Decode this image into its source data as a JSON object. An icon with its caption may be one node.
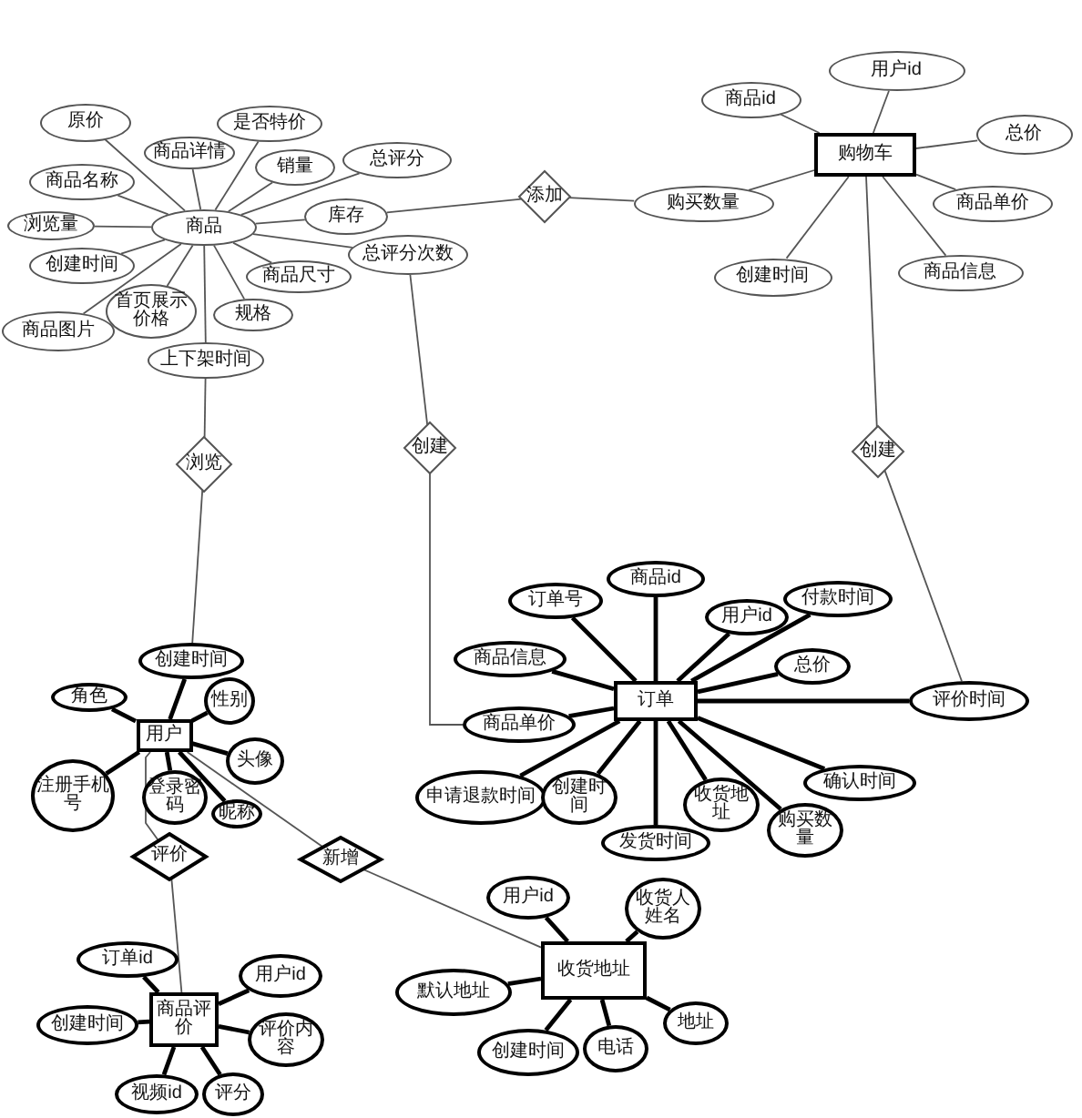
{
  "diagram": {
    "nodes": [
      {
        "text": [
          "商品"
        ]
      },
      {
        "text": [
          "原价"
        ]
      },
      {
        "text": [
          "是否特价"
        ]
      },
      {
        "text": [
          "商品详情"
        ]
      },
      {
        "text": [
          "销量"
        ]
      },
      {
        "text": [
          "商品名称"
        ]
      },
      {
        "text": [
          "总评分"
        ]
      },
      {
        "text": [
          "浏览量"
        ]
      },
      {
        "text": [
          "库存"
        ]
      },
      {
        "text": [
          "总评分次数"
        ]
      },
      {
        "text": [
          "创建时间"
        ]
      },
      {
        "text": [
          "商品尺寸"
        ]
      },
      {
        "text": [
          "首页展示价格"
        ]
      },
      {
        "text": [
          "规格"
        ]
      },
      {
        "text": [
          "商品图片"
        ]
      },
      {
        "text": [
          "上下架时间"
        ]
      },
      {
        "text": [
          "添加"
        ]
      },
      {
        "text": [
          "购买数量"
        ]
      },
      {
        "text": [
          "购物车"
        ]
      },
      {
        "text": [
          "商品id"
        ]
      },
      {
        "text": [
          "用户id"
        ]
      },
      {
        "text": [
          "总价"
        ]
      },
      {
        "text": [
          "商品单价"
        ]
      },
      {
        "text": [
          "创建时间"
        ]
      },
      {
        "text": [
          "商品信息"
        ]
      },
      {
        "text": [
          "浏览"
        ]
      },
      {
        "text": [
          "创建"
        ]
      },
      {
        "text": [
          "创建"
        ]
      },
      {
        "text": [
          "订单"
        ]
      },
      {
        "text": [
          "订单号"
        ]
      },
      {
        "text": [
          "商品id"
        ]
      },
      {
        "text": [
          "商品信息"
        ]
      },
      {
        "text": [
          "用户id"
        ]
      },
      {
        "text": [
          "付款时间"
        ]
      },
      {
        "text": [
          "商品单价"
        ]
      },
      {
        "text": [
          "评价时间"
        ]
      },
      {
        "text": [
          "总价"
        ]
      },
      {
        "text": [
          "确认时间"
        ]
      },
      {
        "text": [
          "申请退款时间"
        ]
      },
      {
        "text": [
          "创建时间"
        ]
      },
      {
        "text": [
          "收货地址"
        ]
      },
      {
        "text": [
          "发货时间"
        ]
      },
      {
        "text": [
          "购买数量"
        ]
      },
      {
        "text": [
          "用户"
        ]
      },
      {
        "text": [
          "创建时间"
        ]
      },
      {
        "text": [
          "角色"
        ]
      },
      {
        "text": [
          "性别"
        ]
      },
      {
        "text": [
          "头像"
        ]
      },
      {
        "text": [
          "注册手机号"
        ]
      },
      {
        "text": [
          "登录密码"
        ]
      },
      {
        "text": [
          "昵称"
        ]
      },
      {
        "text": [
          "评价"
        ]
      },
      {
        "text": [
          "新增"
        ]
      },
      {
        "text": [
          "商品评价"
        ]
      },
      {
        "text": [
          "订单id"
        ]
      },
      {
        "text": [
          "用户id"
        ]
      },
      {
        "text": [
          "创建时间"
        ]
      },
      {
        "text": [
          "评价内容"
        ]
      },
      {
        "text": [
          "视频id"
        ]
      },
      {
        "text": [
          "评分"
        ]
      },
      {
        "text": [
          "收货地址"
        ]
      },
      {
        "text": [
          "用户id"
        ]
      },
      {
        "text": [
          "收货人姓名"
        ]
      },
      {
        "text": [
          "默认地址"
        ]
      },
      {
        "text": [
          "地址"
        ]
      },
      {
        "text": [
          "创建时间"
        ]
      },
      {
        "text": [
          "电话"
        ]
      }
    ],
    "edges": [
      {
        "from": 0,
        "to": 1,
        "arrow": "none"
      },
      {
        "from": 0,
        "to": 2,
        "arrow": "none"
      },
      {
        "from": 0,
        "to": 3,
        "arrow": "none"
      },
      {
        "from": 0,
        "to": 4,
        "arrow": "none"
      },
      {
        "from": 0,
        "to": 5,
        "arrow": "none"
      },
      {
        "from": 0,
        "to": 6,
        "arrow": "none"
      },
      {
        "from": 0,
        "to": 7,
        "arrow": "none"
      },
      {
        "from": 0,
        "to": 8,
        "arrow": "none"
      },
      {
        "from": 0,
        "to": 9,
        "arrow": "none"
      },
      {
        "from": 0,
        "to": 10,
        "arrow": "none"
      },
      {
        "from": 0,
        "to": 11,
        "arrow": "none"
      },
      {
        "from": 0,
        "to": 12,
        "arrow": "none"
      },
      {
        "from": 0,
        "to": 13,
        "arrow": "none"
      },
      {
        "from": 0,
        "to": 14,
        "arrow": "none"
      },
      {
        "from": 0,
        "to": 15,
        "arrow": "none"
      },
      {
        "from": 16,
        "to": 8,
        "arrow": "none"
      },
      {
        "from": 16,
        "to": 17,
        "arrow": "none"
      },
      {
        "from": 17,
        "to": 18,
        "arrow": "none"
      },
      {
        "from": 18,
        "to": 19,
        "arrow": "none"
      },
      {
        "from": 18,
        "to": 20,
        "arrow": "none"
      },
      {
        "from": 18,
        "to": 21,
        "arrow": "none"
      },
      {
        "from": 18,
        "to": 22,
        "arrow": "none"
      },
      {
        "from": 18,
        "to": 23,
        "arrow": "none"
      },
      {
        "from": 18,
        "to": 24,
        "arrow": "none"
      },
      {
        "from": 15,
        "to": 25,
        "arrow": "none"
      },
      {
        "from": 25,
        "to": 44,
        "arrow": "none"
      },
      {
        "from": 9,
        "to": 26,
        "arrow": "none"
      },
      {
        "from": 26,
        "to": 34,
        "arrow": "none"
      },
      {
        "from": 18,
        "to": 27,
        "arrow": "none"
      },
      {
        "from": 27,
        "to": 35,
        "arrow": "none"
      },
      {
        "from": 28,
        "to": 29,
        "arrow": "none",
        "style": "thick"
      },
      {
        "from": 28,
        "to": 30,
        "arrow": "none",
        "style": "thick"
      },
      {
        "from": 28,
        "to": 31,
        "arrow": "none",
        "style": "thick"
      },
      {
        "from": 28,
        "to": 32,
        "arrow": "none",
        "style": "thick"
      },
      {
        "from": 28,
        "to": 33,
        "arrow": "none",
        "style": "thick"
      },
      {
        "from": 28,
        "to": 34,
        "arrow": "none",
        "style": "thick"
      },
      {
        "from": 28,
        "to": 35,
        "arrow": "none",
        "style": "thick"
      },
      {
        "from": 28,
        "to": 36,
        "arrow": "none",
        "style": "thick"
      },
      {
        "from": 28,
        "to": 37,
        "arrow": "none",
        "style": "thick"
      },
      {
        "from": 28,
        "to": 38,
        "arrow": "none",
        "style": "thick"
      },
      {
        "from": 28,
        "to": 39,
        "arrow": "none",
        "style": "thick"
      },
      {
        "from": 28,
        "to": 40,
        "arrow": "none",
        "style": "thick"
      },
      {
        "from": 28,
        "to": 41,
        "arrow": "none",
        "style": "thick"
      },
      {
        "from": 28,
        "to": 42,
        "arrow": "none",
        "style": "thick"
      },
      {
        "from": 43,
        "to": 44,
        "arrow": "none",
        "style": "thick"
      },
      {
        "from": 43,
        "to": 45,
        "arrow": "none",
        "style": "thick"
      },
      {
        "from": 43,
        "to": 46,
        "arrow": "none",
        "style": "thick"
      },
      {
        "from": 43,
        "to": 47,
        "arrow": "none",
        "style": "thick"
      },
      {
        "from": 43,
        "to": 48,
        "arrow": "none",
        "style": "thick"
      },
      {
        "from": 43,
        "to": 49,
        "arrow": "none",
        "style": "thick"
      },
      {
        "from": 43,
        "to": 50,
        "arrow": "none",
        "style": "thick"
      },
      {
        "from": 43,
        "to": 51,
        "arrow": "none"
      },
      {
        "from": 51,
        "to": 53,
        "arrow": "none"
      },
      {
        "from": 43,
        "to": 52,
        "arrow": "none"
      },
      {
        "from": 52,
        "to": 60,
        "arrow": "none"
      },
      {
        "from": 53,
        "to": 54,
        "arrow": "none",
        "style": "thick"
      },
      {
        "from": 53,
        "to": 55,
        "arrow": "none",
        "style": "thick"
      },
      {
        "from": 53,
        "to": 56,
        "arrow": "none",
        "style": "thick"
      },
      {
        "from": 53,
        "to": 57,
        "arrow": "none",
        "style": "thick"
      },
      {
        "from": 53,
        "to": 58,
        "arrow": "none",
        "style": "thick"
      },
      {
        "from": 53,
        "to": 59,
        "arrow": "none",
        "style": "thick"
      },
      {
        "from": 60,
        "to": 61,
        "arrow": "none",
        "style": "thick"
      },
      {
        "from": 60,
        "to": 62,
        "arrow": "none",
        "style": "thick"
      },
      {
        "from": 60,
        "to": 63,
        "arrow": "none",
        "style": "thick"
      },
      {
        "from": 60,
        "to": 64,
        "arrow": "none",
        "style": "thick"
      },
      {
        "from": 60,
        "to": 65,
        "arrow": "none",
        "style": "thick"
      },
      {
        "from": 60,
        "to": 66,
        "arrow": "none",
        "style": "thick"
      }
    ]
  }
}
